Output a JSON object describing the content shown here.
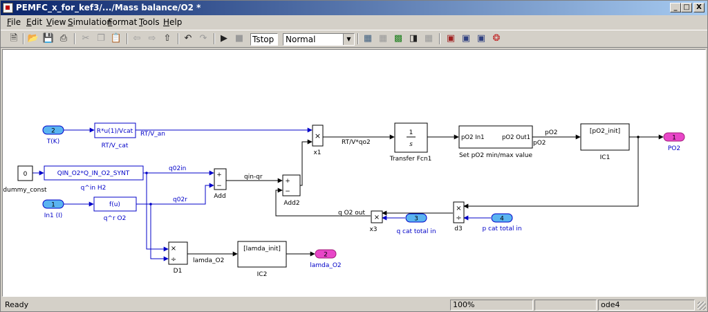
{
  "window": {
    "title": "PEMFC_x_for_kef3/.../Mass balance/O2 *",
    "controls": [
      "_",
      "□",
      "X"
    ]
  },
  "menu": [
    {
      "label": "File",
      "u": "F",
      "rest": "ile"
    },
    {
      "label": "Edit",
      "u": "E",
      "rest": "dit"
    },
    {
      "label": "View",
      "u": "V",
      "rest": "iew"
    },
    {
      "label": "Simulation",
      "u": "S",
      "rest": "imulation"
    },
    {
      "label": "Format",
      "u": "F",
      "rest": "ormat",
      "pre": ""
    },
    {
      "label": "Tools",
      "u": "T",
      "rest": "ools"
    },
    {
      "label": "Help",
      "u": "H",
      "rest": "elp"
    }
  ],
  "toolbar": {
    "stop_time": "Tstop",
    "sim_mode": "Normal",
    "icons": [
      "new-icon",
      "open-icon",
      "save-icon",
      "print-icon",
      "cut-icon",
      "copy-icon",
      "paste-icon",
      "back-icon",
      "forward-icon",
      "up-icon",
      "undo-icon",
      "redo-icon",
      "play-icon",
      "stop-icon",
      "build-icon",
      "update-icon",
      "library-browser-icon",
      "model-explorer-icon",
      "debugger-icon",
      "model-advisor-icon"
    ]
  },
  "diagram": {
    "ports_in": [
      {
        "num": "2",
        "label": "T(K)"
      },
      {
        "num": "1",
        "label": "In1 (I)"
      },
      {
        "num": "3",
        "label": "q cat total in"
      },
      {
        "num": "4",
        "label": "p cat total in"
      }
    ],
    "ports_out": [
      {
        "num": "1",
        "label": "PO2"
      },
      {
        "num": "2",
        "label": "lamda_O2"
      }
    ],
    "blocks": {
      "const_value": "0",
      "const_label": "dummy_const",
      "rt_text": "R*u(1)/Vcat",
      "rt_label": "RT/V_cat",
      "qin_text": "QIN_O2*Q_IN_O2_SYNT",
      "qin_label": "q^in H2",
      "fu_text": "f(u)",
      "fu_label": "q^r O2",
      "add_label": "Add",
      "add2_label": "Add2",
      "x1_label": "x1",
      "x3_label": "x3",
      "d3_label": "d3",
      "d1_label": "D1",
      "tf_num": "1",
      "tf_den": "s",
      "tf_label": "Transfer Fcn1",
      "sub_in": "pO2 In1",
      "sub_out": "pO2 Out1",
      "sub_label": "Set pO2 min/max value",
      "ic1_text": "[pO2_init]",
      "ic1_label": "IC1",
      "ic2_text": "[lamda_init]",
      "ic2_label": "IC2"
    },
    "signals": {
      "rt_van": "RT/V_an",
      "q02in": "q02in",
      "q02r": "q02r",
      "qin_qr": "qin-qr",
      "rtv_qo2": "RT/V*qo2",
      "po2_a": "pO2",
      "po2_b": "pO2",
      "q_o2_out": "q O2 out",
      "lamda_o2": "lamda_O2"
    }
  },
  "status": {
    "ready": "Ready",
    "zoom": "100%",
    "solver": "ode4"
  }
}
